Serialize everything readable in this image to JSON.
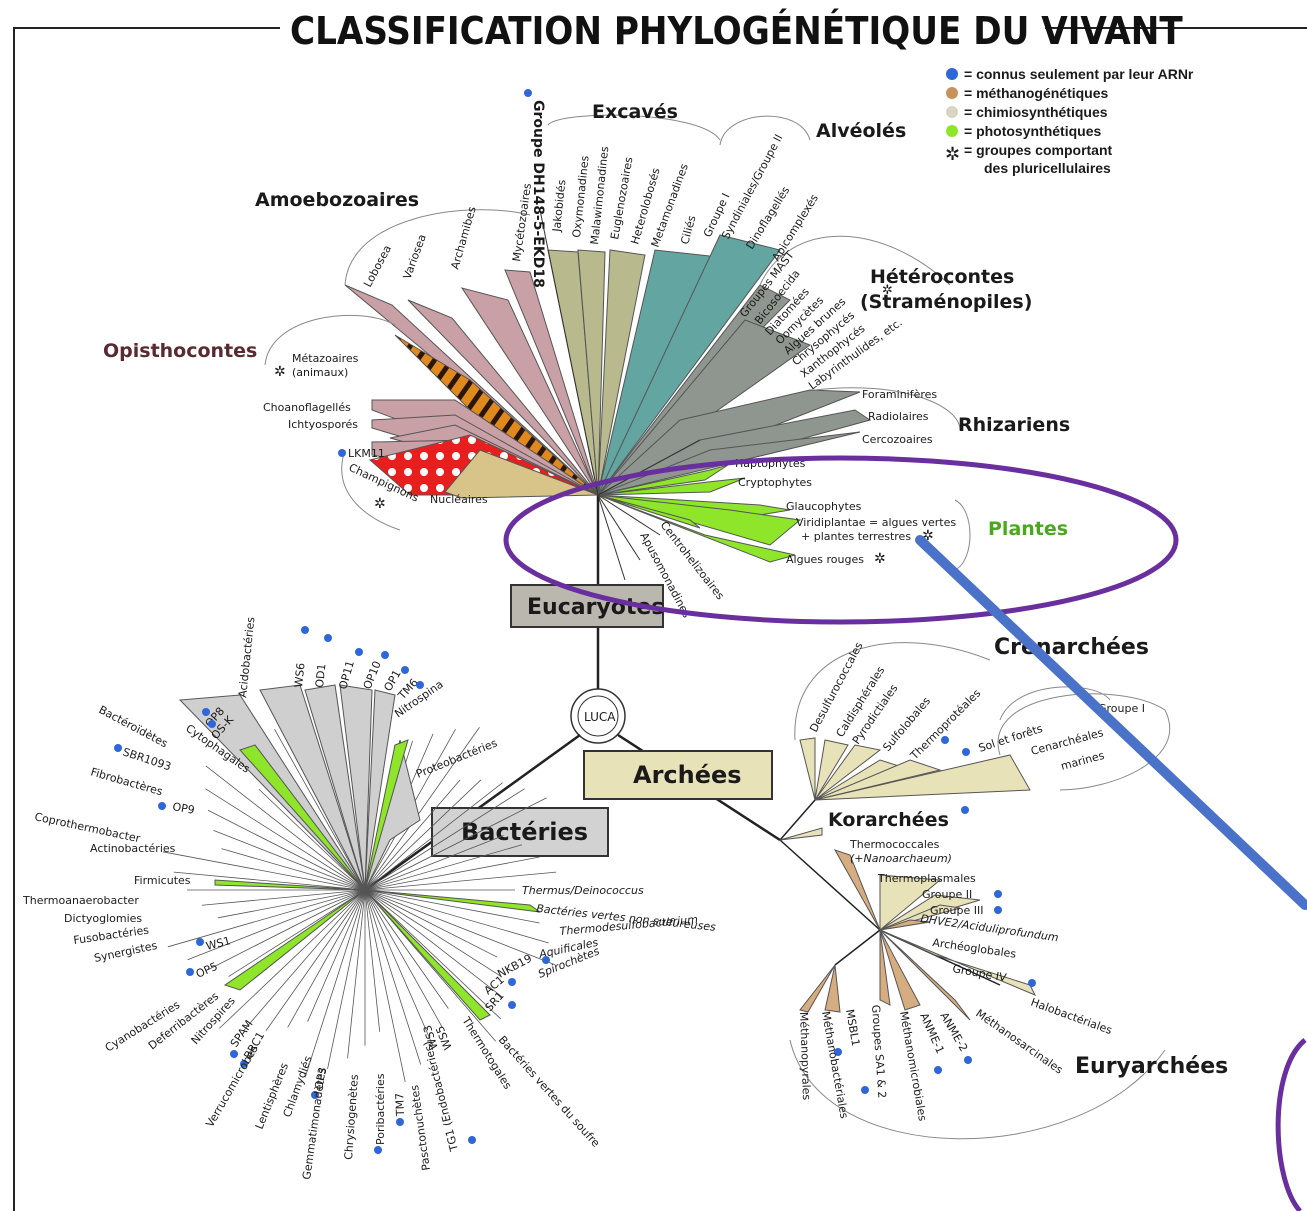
{
  "title": "CLASSIFICATION PHYLOGÉNÉTIQUE DU VIVANT",
  "colors": {
    "rna_dot": "#2f67d8",
    "methanogen": "#c8935a",
    "chemo": "#d9d5c3",
    "photo": "#8ee52a",
    "multicell": "#e87ad8",
    "highlight": "#6a2f9e",
    "arrow": "#4a72c8",
    "opistho": "#5a2a32",
    "plantes": "#4aa81e"
  },
  "legend": [
    {
      "symbol": "dot-blue",
      "text": "= connus seulement par leur ARNr"
    },
    {
      "symbol": "dot-brown",
      "text": "= méthanogénétiques"
    },
    {
      "symbol": "dot-beige",
      "text": "= chimiosynthétiques"
    },
    {
      "symbol": "dot-green",
      "text": "= photosynthétiques"
    },
    {
      "symbol": "star-pink",
      "text": "= groupes comportant"
    },
    {
      "symbol": "none",
      "text": "des  pluricellulaires"
    }
  ],
  "domains": {
    "eucaryotes": "Eucaryotes",
    "bacteries": "Bactéries",
    "archees": "Archées",
    "luca": "LUCA"
  },
  "groups": {
    "excaves": "Excavés",
    "alveoles": "Alvéolés",
    "amoebozoaires": "Amoebozoaires",
    "heterocontes": "Hétérocontes",
    "stramenopiles": "(Straménopiles)",
    "opisthocontes": "Opisthocontes",
    "rhizariens": "Rhizariens",
    "plantes": "Plantes",
    "crenarchees": "Crenarchées",
    "korarchees": "Korarchées",
    "euryarchees": "Euryarchées",
    "groupe_dh": "Groupe DH148-5-EKD18"
  },
  "euk_leaves": {
    "top": [
      "Lobosea",
      "Variosea",
      "Archamibes",
      "Mycétozoaires",
      "Jakobidés",
      "Oxymonadines",
      "Malawimonadines",
      "Euglenozoaires",
      "Heterolobosés",
      "Metamonadines",
      "Ciliés",
      "Groupe I",
      "Syndiniales/Groupe II",
      "Dinoflagellés",
      "Apicomplexés"
    ],
    "hetero": [
      "Groupes MAST",
      "Bicosoecida",
      "Diatomées",
      "Oomycètes",
      "Algues brunes",
      "Chrysophycés",
      "Xanthophycés",
      "Labyrinthulides, etc."
    ],
    "opisto": [
      "Métazoaires",
      "(animaux)",
      "Choanoflagellés",
      "Ichtyosporés",
      "LKM11",
      "Champignons",
      "Nucléaires"
    ],
    "rhiz": [
      "Foraminifères",
      "Radiolaires",
      "Cercozoaires"
    ],
    "plants": [
      "Haptophytes",
      "Cryptophytes",
      "Glaucophytes",
      "Viridiplantae = algues vertes",
      "+ plantes terrestres",
      "Algues rouges",
      "Centrohelizoaires",
      "Apusomonadines"
    ]
  },
  "bact_leaves": {
    "top": [
      "OP8",
      "OS-K",
      "Acidobactéries",
      "WS6",
      "OD1",
      "OP11",
      "OP10",
      "OP1",
      "TM6",
      "Nitrospina",
      "Proteobactéries"
    ],
    "left": [
      "Bactéroïdètes",
      "Cytophagales",
      "SBR1093",
      "Fibrobactères",
      "OP9",
      "Coprothermobacter",
      "Actinobactéries",
      "Firmicutes",
      "Thermoanaerobacter",
      "Dictyoglomies",
      "Fusobactéries",
      "Synergistes",
      "WS1",
      "OP5"
    ],
    "bottom": [
      "Cyanobactéries",
      "Deferribactères",
      "Nitrospires",
      "SPAM",
      "BRC1",
      "Verrucomicrobes",
      "Lentisphères",
      "Chlamydiés",
      "OP3",
      "Gemmatimonadètes",
      "Chrysiogenètes",
      "Poribactéries",
      "TM7",
      "Pasctonuchètes",
      "TG1 (Endobactéries)",
      "WS3",
      "WS5",
      "Thermotogales",
      "Bactéries vertes du soufre"
    ],
    "right": [
      "Thermus/Deinococcus",
      "Bactéries vertes non sulfureuses",
      "Thermodesulfobacterium",
      "Aquificales",
      "Spirochètes",
      "NKB19",
      "AC1",
      "SR1"
    ]
  },
  "arch_leaves": {
    "cren": [
      "Desulfurococcales",
      "Caldisphérales",
      "Pyrodictiales",
      "Sulfolobales",
      "Thermoprotéales",
      "Sol et forêts",
      "Groupe I",
      "Cenarchéales",
      "marines"
    ],
    "eury": [
      "Thermococcales",
      "(+Nanoarchaeum)",
      "Thermoplasmales",
      "Groupe II",
      "Groupe III",
      "DHVE2/Aciduliprofundum",
      "Archéoglobales",
      "Groupe IV",
      "Halobactériales",
      "Méthanosarcinales",
      "ANME-2",
      "ANME-1",
      "Méthanomicrobiales",
      "Groupes SA1 & 2",
      "MSBL1",
      "Méthanobactériales",
      "Méthanopyrales"
    ]
  }
}
